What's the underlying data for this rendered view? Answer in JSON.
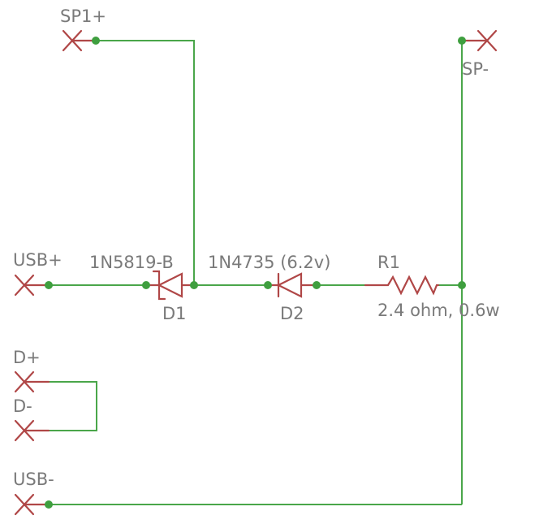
{
  "colors": {
    "wire": "#4aa64a",
    "junction": "#3f9f3f",
    "component": "#b04747",
    "label": "#7a7a7a",
    "background": "#ffffff"
  },
  "pins": {
    "sp1_plus": "SP1+",
    "sp_minus": "SP-",
    "usb_plus": "USB+",
    "d_plus": "D+",
    "d_minus": "D-",
    "usb_minus": "USB-"
  },
  "components": {
    "d1": {
      "value": "1N5819-B",
      "name": "D1",
      "icon": "schottky-diode-icon"
    },
    "d2": {
      "value": "1N4735 (6.2v)",
      "name": "D2",
      "icon": "zener-diode-icon"
    },
    "r1": {
      "name": "R1",
      "value": "2.4 ohm, 0.6w",
      "icon": "resistor-icon"
    }
  },
  "icons": {
    "pin": "x-pin-icon",
    "junction": "junction-dot-icon"
  }
}
